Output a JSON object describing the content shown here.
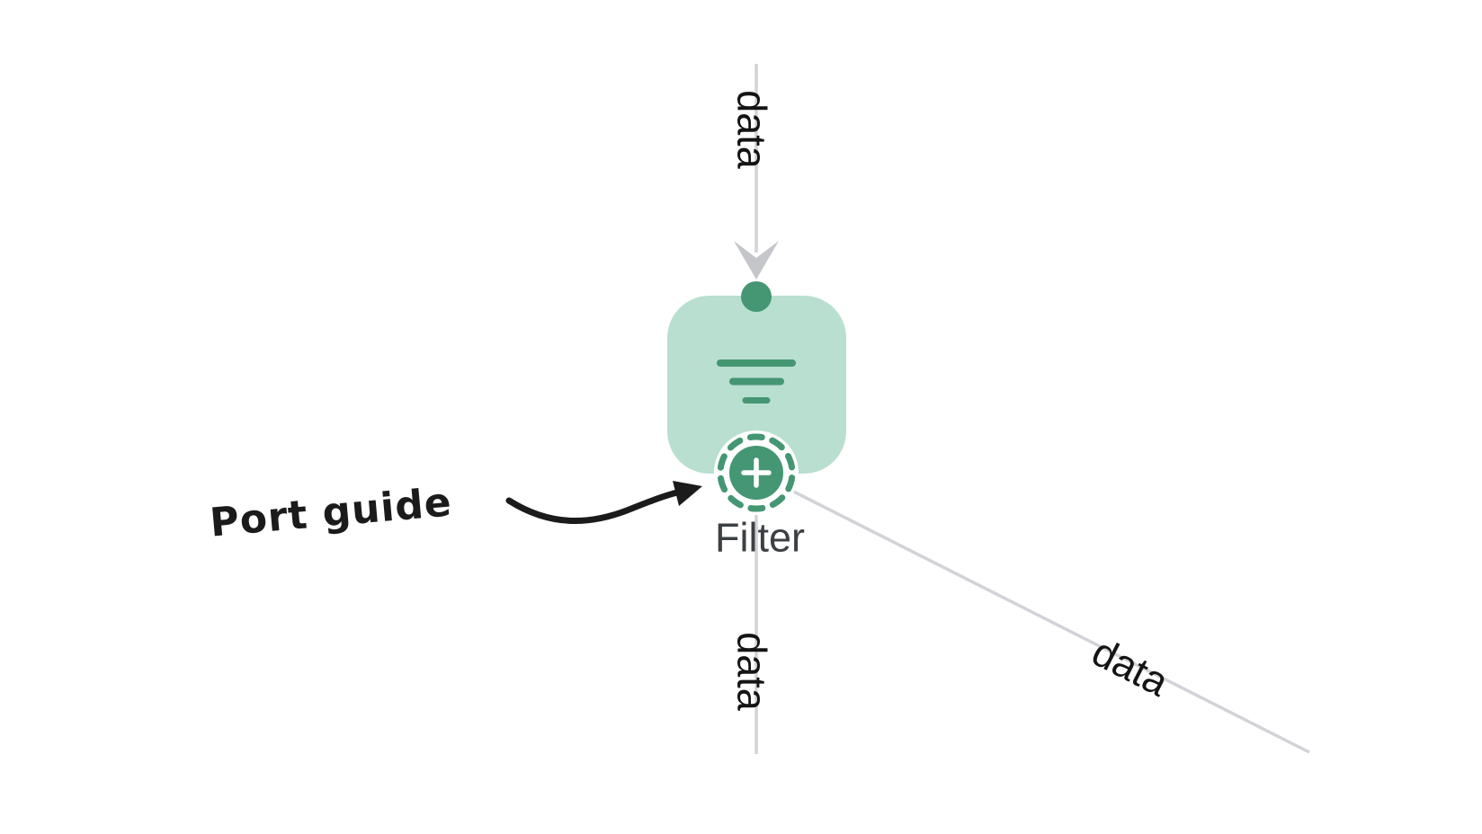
{
  "colors": {
    "background": "#FFFFFF",
    "node_fill": "#B8DFD0",
    "node_accent": "#459673",
    "edge_gray": "#D2D3D7",
    "arrowhead_gray": "#C5C6CA",
    "annotation_black": "#1B1B1B",
    "node_label_color": "#3C4043",
    "edge_label_color": "#141414"
  },
  "node": {
    "name": "Filter",
    "icon": "filter-icon",
    "input_port": {
      "type": "data"
    },
    "add_port": {
      "symbol": "+",
      "style": "dashed-ring"
    }
  },
  "edges": {
    "incoming": {
      "label": "data"
    },
    "outgoing_vertical": {
      "label": "data"
    },
    "outgoing_diagonal": {
      "label": "data"
    }
  },
  "annotation": {
    "text": "Port guide"
  }
}
